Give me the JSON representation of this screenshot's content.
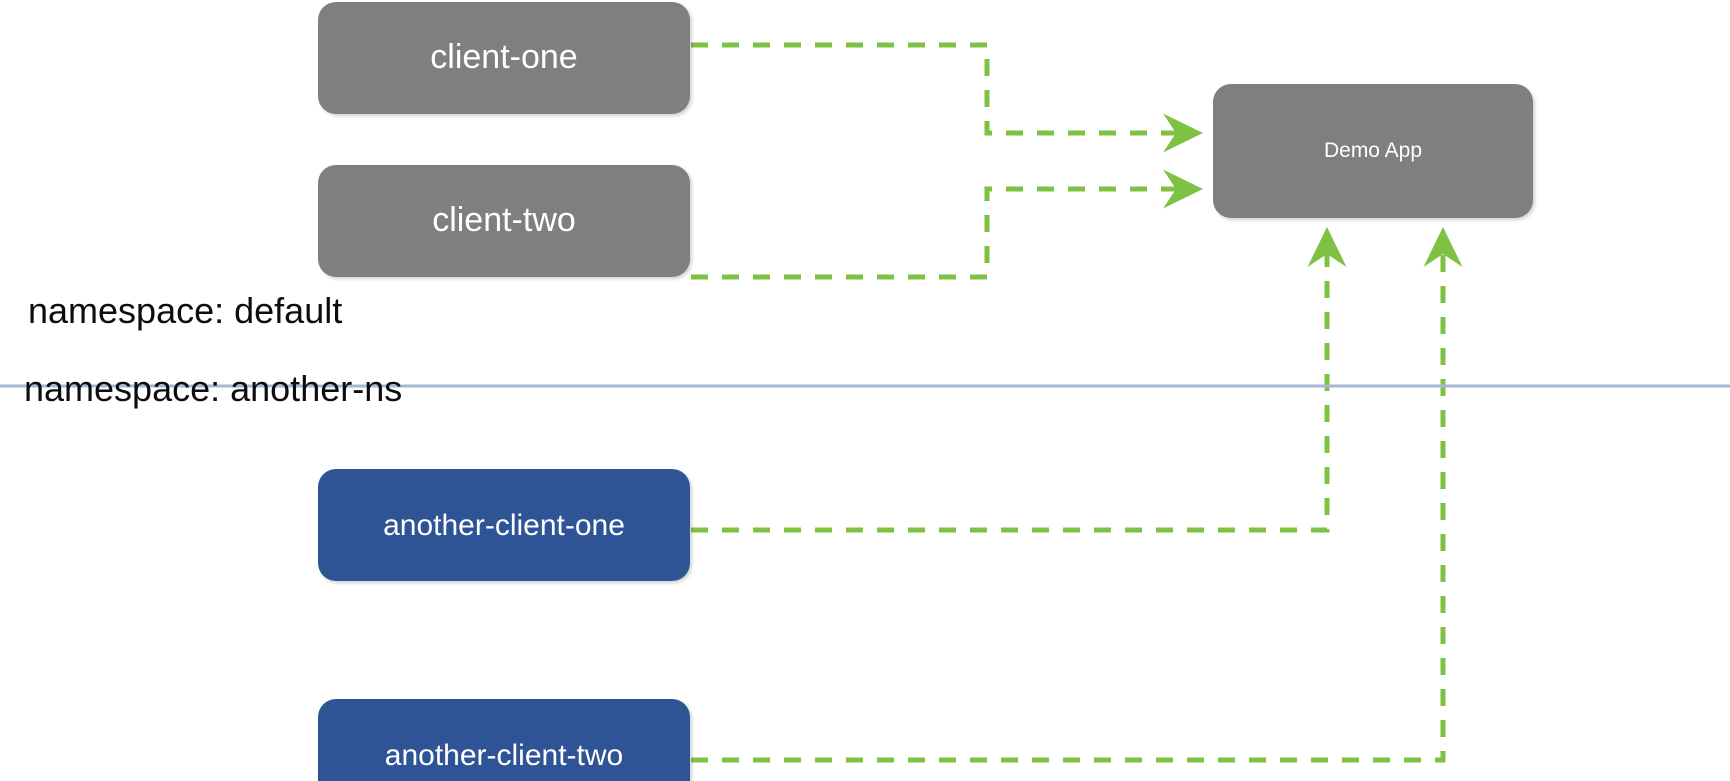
{
  "diagram": {
    "title": "Kubernetes namespace traffic diagram",
    "background_color": "#FFFFFF",
    "colors": {
      "client_box_gray": "#7F7F7F",
      "client_box_blue": "#2F5496",
      "arrow_green": "#7DC242",
      "divider_blue_gray": "#A6B8D4",
      "node_text": "#FFFFFF",
      "namespace_text": "#0D0D0D"
    }
  },
  "namespaces": [
    {
      "id": "default",
      "label": "namespace: default"
    },
    {
      "id": "another-ns",
      "label": "namespace: another-ns"
    }
  ],
  "nodes": [
    {
      "id": "client-one",
      "label": "client-one",
      "color": "#7F7F7F",
      "font_size": "34px",
      "namespace": "default"
    },
    {
      "id": "client-two",
      "label": "client-two",
      "color": "#7F7F7F",
      "font_size": "34px",
      "namespace": "default"
    },
    {
      "id": "demo-app",
      "label": "Demo App",
      "color": "#7F7F7F",
      "font_size": "21px",
      "namespace": "default"
    },
    {
      "id": "another-client-one",
      "label": "another-client-one",
      "color": "#2F5496",
      "font_size": "30px",
      "namespace": "another-ns"
    },
    {
      "id": "another-client-two",
      "label": "another-client-two",
      "color": "#2F5496",
      "font_size": "30px",
      "namespace": "another-ns"
    }
  ],
  "edges": [
    {
      "id": "edge-client-one-to-demo-app",
      "from": "client-one",
      "to": "demo-app",
      "style": "dashed",
      "color": "#7DC242",
      "arrowhead": true
    },
    {
      "id": "edge-client-two-to-demo-app",
      "from": "client-two",
      "to": "demo-app",
      "style": "dashed",
      "color": "#7DC242",
      "arrowhead": true
    },
    {
      "id": "edge-another-client-one-to-demo-app",
      "from": "another-client-one",
      "to": "demo-app",
      "style": "dashed",
      "color": "#7DC242",
      "arrowhead": true
    },
    {
      "id": "edge-another-client-two-to-demo-app",
      "from": "another-client-two",
      "to": "demo-app",
      "style": "dashed",
      "color": "#7DC242",
      "arrowhead": true
    }
  ],
  "divider": {
    "id": "namespace-divider",
    "color": "#A6B8D4"
  }
}
